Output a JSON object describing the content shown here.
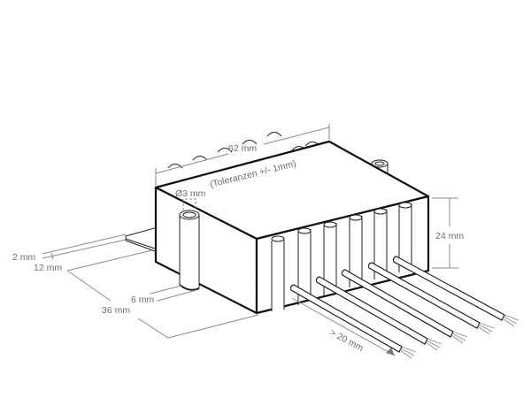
{
  "drawing": {
    "title": "Dimensional drawing of a potted module with cable leads",
    "colors": {
      "outline": "#111111",
      "dimension": "#8a8a8a",
      "label": "#6e6e6e",
      "background": "#ffffff"
    },
    "dimensions": {
      "length": "62 mm",
      "tolerance": "(Toleranzen +/- 1mm)",
      "hole_diameter": "Ø3 mm",
      "height": "24 mm",
      "flange_thickness": "2 mm",
      "flange_width": "12 mm",
      "mount_offset": "6 mm",
      "depth": "36 mm",
      "cable_length": "> 20 mm"
    },
    "parts": {
      "wire_count": 5,
      "mounting_posts": 2
    }
  }
}
